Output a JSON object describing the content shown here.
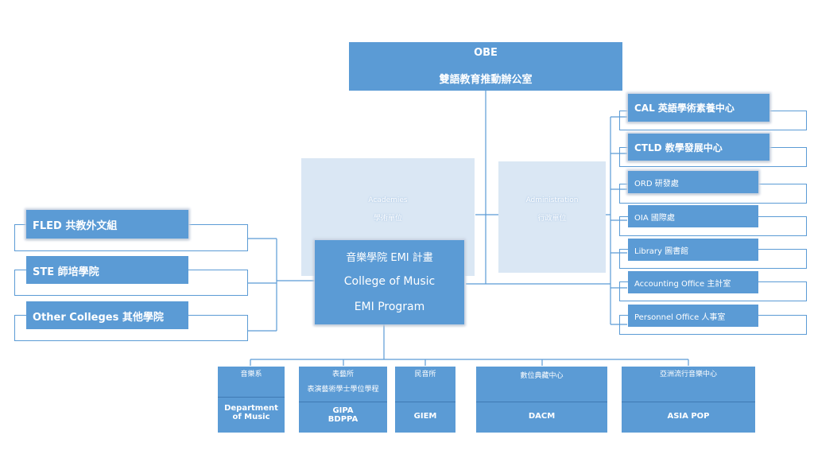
{
  "top": {
    "line1": "OBE",
    "line2": "雙語教育推動辦公室"
  },
  "academies": {
    "line1": "Academies",
    "line2": "學術單位"
  },
  "administration": {
    "line1": "Administration",
    "line2": "行政單位"
  },
  "center": {
    "line1": "音樂學院 EMI 計畫",
    "line2": "College of Music",
    "line3": "EMI Program"
  },
  "left_units": [
    {
      "label": "FLED 共教外文組"
    },
    {
      "label": "STE 師培學院"
    },
    {
      "label": "Other Colleges 其他學院"
    }
  ],
  "admin_units": [
    {
      "label": "CAL 英語學術素養中心"
    },
    {
      "label": "CTLD 教學發展中心"
    },
    {
      "label": "ORD 研發處"
    },
    {
      "label": "OIA 國際處"
    },
    {
      "label": "Library 圖書館"
    },
    {
      "label": "Accounting Office 主計室"
    },
    {
      "label": "Personnel Office 人事室"
    }
  ],
  "departments": [
    {
      "top": "音樂系",
      "top2": "",
      "bottom": "Department",
      "bottom2": "of Music"
    },
    {
      "top": "表藝所",
      "top2": "表演藝術學士學位學程",
      "bottom": "GIPA",
      "bottom2": "BDPPA"
    },
    {
      "top": "民音所",
      "top2": "",
      "bottom": "GIEM",
      "bottom2": ""
    },
    {
      "top": "數位典藏中心",
      "top2": "",
      "bottom": "DACM",
      "bottom2": ""
    },
    {
      "top": "亞洲流行音樂中心",
      "top2": "",
      "bottom": "ASIA POP",
      "bottom2": ""
    }
  ],
  "colors": {
    "node": "#5b9bd5",
    "pale": "#dae7f4",
    "line": "#5b9bd5"
  }
}
